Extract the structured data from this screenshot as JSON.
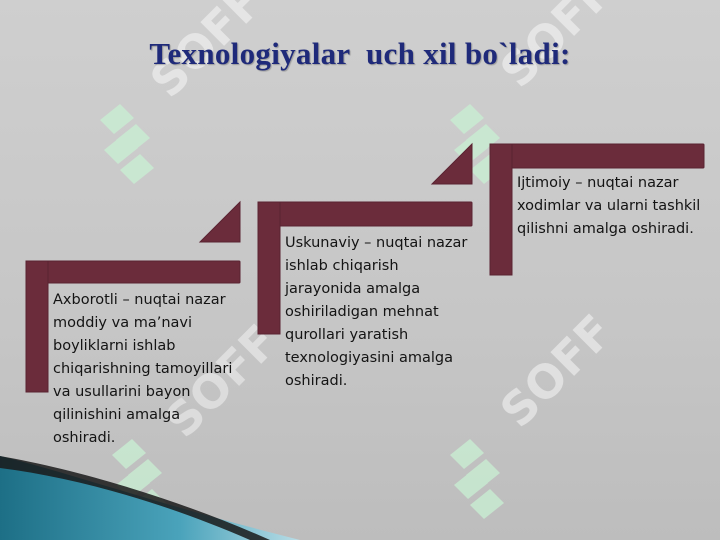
{
  "title": "Texnologiyalar  uch xil bo`ladi:",
  "watermark": {
    "text": "SOFF",
    "icon": "sf-logo-icon"
  },
  "colors": {
    "accent": "#6b2c3b",
    "title": "#1f2a7a",
    "watermark": "#ffffff",
    "watermark_logo": "#c9f0d3"
  },
  "blocks": [
    {
      "lead": "Axborotli",
      "body": " – nuqtai nazar moddiy va ma’navi boyliklarni ishlab chiqarishning tamoyillari va usullarini bayon qilinishini amalga oshiradi."
    },
    {
      "lead": "Uskunaviy – ",
      "body": "nuqtai nazar ishlab chiqarish jarayonida amalga oshiriladigan mehnat qurollari yaratish texnologiyasini amalga oshiradi."
    },
    {
      "lead": "Ijtimoiy – ",
      "body": "nuqtai nazar xodimlar va ularni tashkil qilishni amalga oshiradi."
    }
  ]
}
